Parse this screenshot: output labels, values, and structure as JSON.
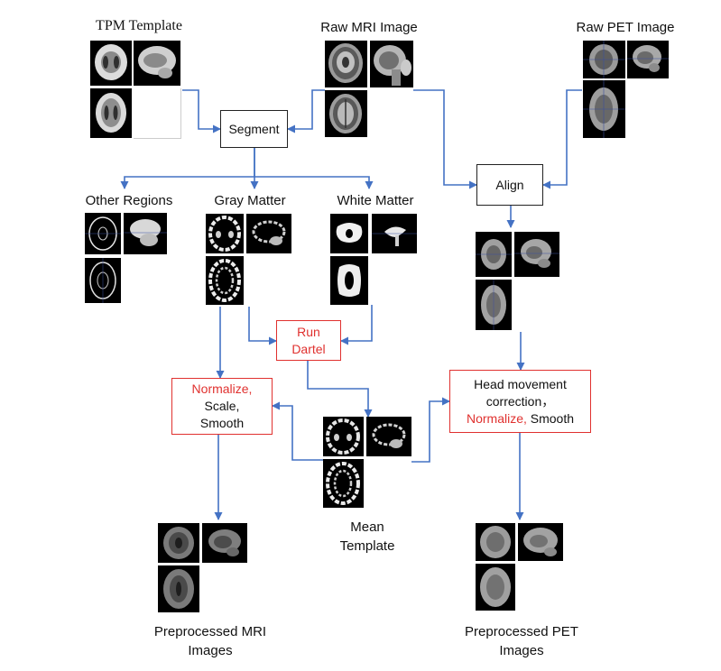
{
  "labels": {
    "tpm_template": "TPM Template",
    "raw_mri": "Raw MRI Image",
    "raw_pet": "Raw PET Image",
    "other_regions": "Other Regions",
    "gray_matter": "Gray Matter",
    "white_matter": "White Matter",
    "mean_template_line1": "Mean",
    "mean_template_line2": "Template",
    "preprocessed_mri_line1": "Preprocessed MRI",
    "preprocessed_mri_line2": "Images",
    "preprocessed_pet_line1": "Preprocessed PET",
    "preprocessed_pet_line2": "Images"
  },
  "boxes": {
    "segment": "Segment",
    "align": "Align",
    "run_dartel_line1": "Run",
    "run_dartel_line2": "Dartel",
    "normalize_left_line1": "Normalize,",
    "normalize_left_line2": "Scale,",
    "normalize_left_line3": "Smooth",
    "head_line1": "Head movement",
    "head_line2": "correction，",
    "head_normalize": "Normalize,",
    "head_smooth": " Smooth"
  },
  "colors": {
    "arrow": "#4472c4",
    "red_border": "#e0312f",
    "red_text": "#e0312f",
    "black_border": "#222222"
  }
}
